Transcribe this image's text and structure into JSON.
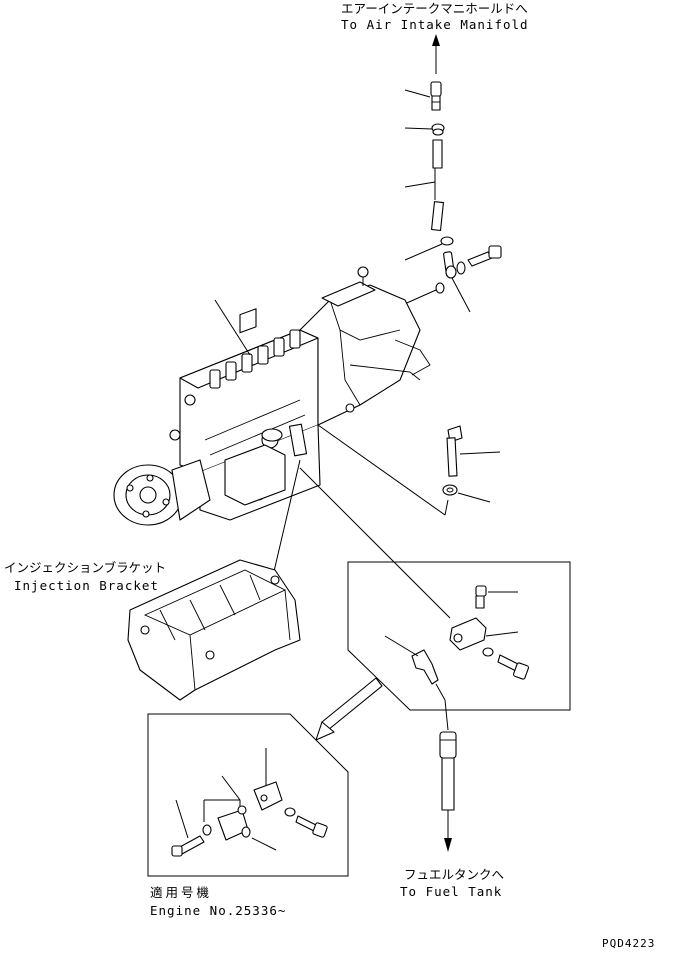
{
  "labels": {
    "air_intake_jp": "エアーインテークマニホールドへ",
    "air_intake_en": "To Air Intake Manifold",
    "injection_bracket_jp": "インジェクションブラケット",
    "injection_bracket_en": "Injection Bracket",
    "fuel_tank_jp": "フュエルタンクへ",
    "fuel_tank_en": "To Fuel Tank",
    "applicable_jp": "適用号機",
    "engine_no": "Engine No.25336~",
    "drawing_code": "PQD4223"
  }
}
